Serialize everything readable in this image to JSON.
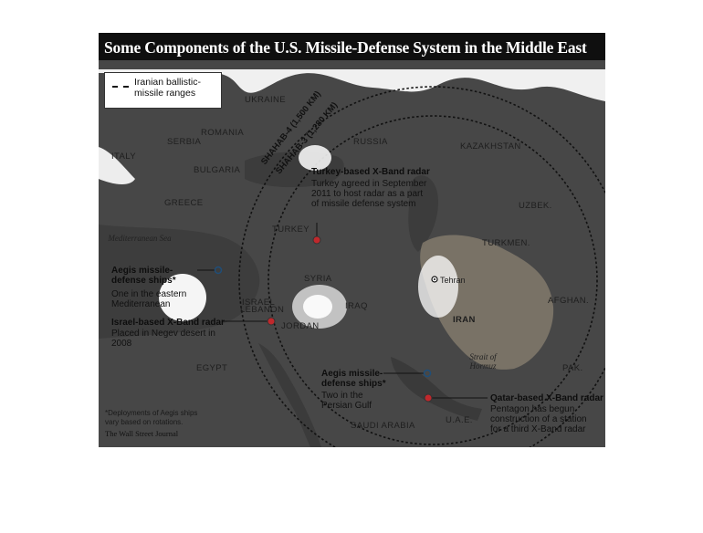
{
  "title": "Some Components of the U.S. Missile-Defense System in the Middle East",
  "legend": {
    "label": "Iranian ballistic-missile ranges"
  },
  "ranges": [
    {
      "label": "SHAHAB-4 (1,500 KM)"
    },
    {
      "label": "SHAHAB-3 (1,280 KM)"
    }
  ],
  "countries": {
    "ukraine": "UKRAINE",
    "romania": "ROMANIA",
    "serbia": "SERBIA",
    "italy": "ITALY",
    "bulgaria": "BULGARIA",
    "greece": "GREECE",
    "turkey": "TURKEY",
    "russia": "RUSSIA",
    "kazakhstan": "KAZAKHSTAN",
    "uzbek": "UZBEK.",
    "turkmen": "TURKMEN.",
    "afghan": "AFGHAN.",
    "pak": "PAK.",
    "iran": "IRAN",
    "syria": "SYRIA",
    "lebanon": "LEBANON",
    "israel": "ISRAEL",
    "jordan": "JORDAN",
    "iraq": "IRAQ",
    "egypt": "EGYPT",
    "saudi": "SAUDI ARABIA",
    "uae": "U.A.E."
  },
  "seas": {
    "mediterranean": "Mediterranean Sea",
    "hormuz": "Strait of Hormuz"
  },
  "cities": {
    "tehran": "Tehran"
  },
  "callouts": {
    "turkey": {
      "title": "Turkey-based X-Band radar",
      "body": "Turkey agreed in September 2011 to host radar as a part of missile defense system"
    },
    "aegis_med": {
      "title": "Aegis missile-defense ships*",
      "body": "One in the eastern Mediterranean"
    },
    "israel": {
      "title": "Israel-based X-Band radar",
      "body": "Placed in Negev desert in 2008"
    },
    "aegis_gulf": {
      "title": "Aegis missile-defense ships*",
      "body": "Two in the Persian Gulf"
    },
    "qatar": {
      "title": "Qatar-based X-Band radar",
      "body": "Pentagon has begun construction of a station for a third X-Band radar"
    }
  },
  "footnote": "*Deployments of Aegis ships vary based on rotations.",
  "source": "The Wall Street Journal",
  "colors": {
    "land": "#4a4a4a",
    "water": "#3a3a3a",
    "radar": "#c0282c",
    "ship": "#1f4e79",
    "iran": "#8a8070"
  }
}
